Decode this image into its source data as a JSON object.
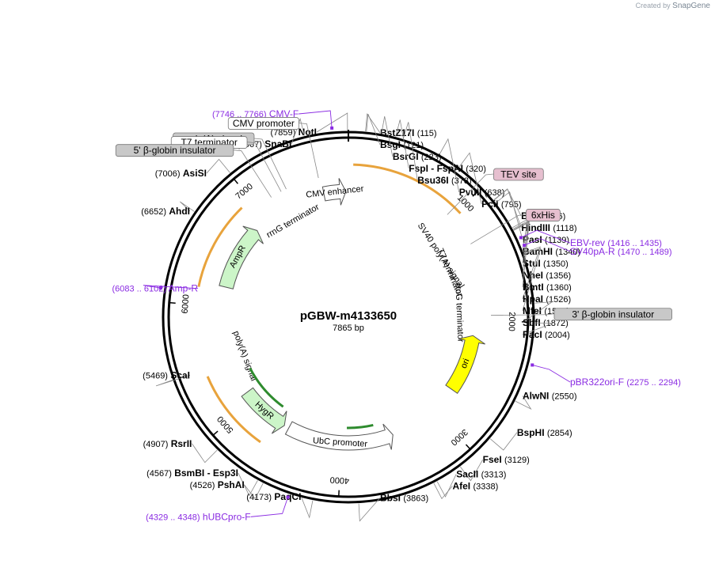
{
  "header": {
    "watermark_prefix": "Created by",
    "watermark_brand": "SnapGene"
  },
  "plasmid": {
    "name": "pGBW-m4133650",
    "size_label": "7865 bp",
    "length": 7865
  },
  "ticks": [
    {
      "label": "1000",
      "pos": 1000
    },
    {
      "label": "2000",
      "pos": 2000
    },
    {
      "label": "3000",
      "pos": 3000
    },
    {
      "label": "4000",
      "pos": 4000
    },
    {
      "label": "5000",
      "pos": 5000
    },
    {
      "label": "6000",
      "pos": 6000
    },
    {
      "label": "7000",
      "pos": 7000
    }
  ],
  "sites": [
    {
      "name": "NotI",
      "pos": "(7859)",
      "site": 7859,
      "side": "left"
    },
    {
      "name": "BstZ17I",
      "pos": "(115)",
      "site": 115,
      "side": "right"
    },
    {
      "name": "BsgI",
      "pos": "(121)",
      "site": 121,
      "side": "right"
    },
    {
      "name": "BsrGI",
      "pos": "(223)",
      "site": 223,
      "side": "right"
    },
    {
      "name": "FspI - FspAI",
      "pos": "(320)",
      "site": 320,
      "side": "right"
    },
    {
      "name": "Bsu36I",
      "pos": "(373)",
      "site": 373,
      "side": "right"
    },
    {
      "name": "PvuII",
      "pos": "(638)",
      "site": 638,
      "side": "right"
    },
    {
      "name": "PciI",
      "pos": "(795)",
      "site": 795,
      "side": "right"
    },
    {
      "name": "BlpI",
      "pos": "(1116)",
      "site": 1116,
      "side": "right"
    },
    {
      "name": "HindIII",
      "pos": "(1118)",
      "site": 1118,
      "side": "right"
    },
    {
      "name": "PasI",
      "pos": "(1139)",
      "site": 1139,
      "side": "right"
    },
    {
      "name": "BamHI",
      "pos": "(1340)",
      "site": 1340,
      "side": "right"
    },
    {
      "name": "StuI",
      "pos": "(1350)",
      "site": 1350,
      "side": "right"
    },
    {
      "name": "NheI",
      "pos": "(1356)",
      "site": 1356,
      "side": "right"
    },
    {
      "name": "BmtI",
      "pos": "(1360)",
      "site": 1360,
      "side": "right"
    },
    {
      "name": "HpaI",
      "pos": "(1526)",
      "site": 1526,
      "side": "right"
    },
    {
      "name": "MfeI",
      "pos": "(1535)",
      "site": 1535,
      "side": "right"
    },
    {
      "name": "SbfI",
      "pos": "(1872)",
      "site": 1872,
      "side": "right"
    },
    {
      "name": "PacI",
      "pos": "(2004)",
      "site": 2004,
      "side": "right"
    },
    {
      "name": "AlwNI",
      "pos": "(2550)",
      "site": 2550,
      "side": "right"
    },
    {
      "name": "BspHI",
      "pos": "(2854)",
      "site": 2854,
      "side": "right"
    },
    {
      "name": "FseI",
      "pos": "(3129)",
      "site": 3129,
      "side": "right"
    },
    {
      "name": "SacII",
      "pos": "(3313)",
      "site": 3313,
      "side": "right"
    },
    {
      "name": "AfeI",
      "pos": "(3338)",
      "site": 3338,
      "side": "right"
    },
    {
      "name": "BbsI",
      "pos": "(3863)",
      "site": 3863,
      "side": "right"
    },
    {
      "name": "PaqCI",
      "pos": "(4173)",
      "site": 4173,
      "side": "left"
    },
    {
      "name": "PshAI",
      "pos": "(4526)",
      "site": 4526,
      "side": "left"
    },
    {
      "name": "BsmBI - Esp3I",
      "pos": "(4567)",
      "site": 4567,
      "side": "left"
    },
    {
      "name": "RsrII",
      "pos": "(4907)",
      "site": 4907,
      "side": "left"
    },
    {
      "name": "ScaI",
      "pos": "(5469)",
      "site": 5469,
      "side": "left"
    },
    {
      "name": "AhdI",
      "pos": "(6652)",
      "site": 6652,
      "side": "left"
    },
    {
      "name": "AsiSI",
      "pos": "(7006)",
      "site": 7006,
      "side": "left"
    },
    {
      "name": "SnaBI",
      "pos": "(7567)",
      "site": 7567,
      "side": "left"
    }
  ],
  "primers": [
    {
      "name": "CMV-F",
      "range": "(7746 .. 7766)",
      "site": 7756,
      "side": "left"
    },
    {
      "name": "EBV-rev",
      "range": "(1416 .. 1435)",
      "site": 1425,
      "side": "right"
    },
    {
      "name": "SV40pA-R",
      "range": "(1470 .. 1489)",
      "site": 1480,
      "side": "right"
    },
    {
      "name": "pBR322ori-F",
      "range": "(2275 .. 2294)",
      "site": 2285,
      "side": "right"
    },
    {
      "name": "hUBCpro-F",
      "range": "(4329 .. 4348)",
      "site": 4338,
      "side": "left"
    },
    {
      "name": "Amp-R",
      "range": "(6083 .. 6102)",
      "site": 6092,
      "side": "left"
    }
  ],
  "boxed_labels": [
    {
      "text": "CMV promoter",
      "site": 7600,
      "style": "white"
    },
    {
      "text": "poly(A) signal",
      "site": 7300,
      "style": "gray"
    },
    {
      "text": "T7 terminator",
      "site": 7250,
      "style": "white"
    },
    {
      "text": "5' β-globin insulator",
      "site": 7150,
      "style": "gray"
    },
    {
      "text": "TEV site",
      "site": 960,
      "style": "pink"
    },
    {
      "text": "6xHis",
      "site": 1290,
      "style": "pink"
    },
    {
      "text": "3' β-globin insulator",
      "site": 1950,
      "style": "gray"
    }
  ],
  "features": [
    {
      "name": "CMV enhancer",
      "start": 7620,
      "end": 7840,
      "dir": 1,
      "color": "#ffffff",
      "type": "arrow"
    },
    {
      "name": "rrnG terminator",
      "start": 7100,
      "end": 7320,
      "dir": 1,
      "color": "#ffffff",
      "type": "label-only"
    },
    {
      "name": "SV40 poly(A) signal",
      "start": 1120,
      "end": 1340,
      "dir": 1,
      "color": "#ffffff",
      "type": "label-only"
    },
    {
      "name": "T7 terminator",
      "start": 1380,
      "end": 1520,
      "dir": 1,
      "color": "#ffffff",
      "type": "label-only"
    },
    {
      "name": "rrnG terminator",
      "start": 1780,
      "end": 2050,
      "dir": 1,
      "color": "#ffffff",
      "type": "label-only"
    },
    {
      "name": "ori",
      "start": 2150,
      "end": 2730,
      "dir": -1,
      "color": "#ffff00",
      "type": "arrow"
    },
    {
      "name": "UbC promoter",
      "start": 3480,
      "end": 4550,
      "dir": -1,
      "color": "#ffffff",
      "type": "arrow"
    },
    {
      "name": "HygR",
      "start": 4600,
      "end": 5100,
      "dir": -1,
      "color": "#ccf5c8",
      "type": "arrow"
    },
    {
      "name": "poly(A) signal",
      "start": 5380,
      "end": 5520,
      "dir": -1,
      "color": "#ffffff",
      "type": "label-only"
    },
    {
      "name": "AmpR",
      "start": 6200,
      "end": 6850,
      "dir": 1,
      "color": "#ccf5c8",
      "type": "arrow"
    }
  ],
  "colors": {
    "backbone": "#000000",
    "restriction": "#000000",
    "primer": "#8a2be2",
    "orf_orange": "#e8a33c",
    "orf_green": "#2e8b2e",
    "ori_fill": "#ffff00",
    "res_fill": "#ccf5c8",
    "gray_box": "#c8c8c8",
    "pink_box": "#e6bfcf"
  }
}
